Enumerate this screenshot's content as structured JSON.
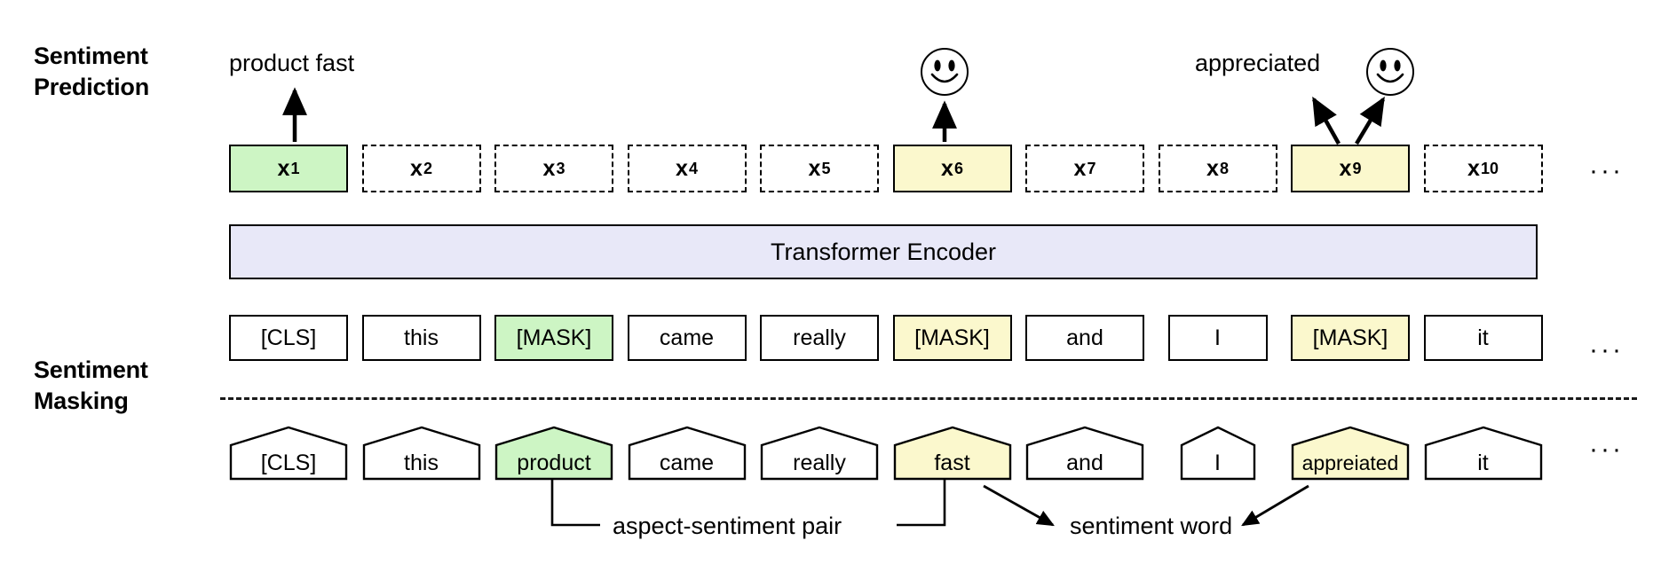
{
  "figure": {
    "title_left_top": "Sentiment\nPrediction",
    "title_left_bottom": "Sentiment\nMasking",
    "encoder_label": "Transformer Encoder",
    "ellipsis": "···"
  },
  "colors": {
    "aspect_green": "#cdf5c4",
    "sentiment_yellow": "#fbf8cd",
    "encoder_lavender": "#e8e8f8",
    "stroke": "#000000",
    "background": "#ffffff"
  },
  "prediction_row": {
    "tokens": [
      {
        "label": "x",
        "sub": "1",
        "highlight": "green",
        "border": "solid"
      },
      {
        "label": "x",
        "sub": "2",
        "highlight": "none",
        "border": "dashed"
      },
      {
        "label": "x",
        "sub": "3",
        "highlight": "none",
        "border": "dashed"
      },
      {
        "label": "x",
        "sub": "4",
        "highlight": "none",
        "border": "dashed"
      },
      {
        "label": "x",
        "sub": "5",
        "highlight": "none",
        "border": "dashed"
      },
      {
        "label": "x",
        "sub": "6",
        "highlight": "yellow",
        "border": "solid"
      },
      {
        "label": "x",
        "sub": "7",
        "highlight": "none",
        "border": "dashed"
      },
      {
        "label": "x",
        "sub": "8",
        "highlight": "none",
        "border": "dashed"
      },
      {
        "label": "x",
        "sub": "9",
        "highlight": "yellow",
        "border": "solid"
      },
      {
        "label": "x",
        "sub": "10",
        "highlight": "none",
        "border": "dashed"
      }
    ]
  },
  "predictions": {
    "output_x1": "product fast",
    "output_x6": "smiley-face-icon",
    "output_x9_text": "appreciated",
    "output_x9_icon": "smiley-face-icon"
  },
  "masking_row": {
    "tokens": [
      {
        "text": "[CLS]",
        "highlight": "none"
      },
      {
        "text": "this",
        "highlight": "none"
      },
      {
        "text": "[MASK]",
        "highlight": "green"
      },
      {
        "text": "came",
        "highlight": "none"
      },
      {
        "text": "really",
        "highlight": "none"
      },
      {
        "text": "[MASK]",
        "highlight": "yellow"
      },
      {
        "text": "and",
        "highlight": "none"
      },
      {
        "text": "I",
        "highlight": "none"
      },
      {
        "text": "[MASK]",
        "highlight": "yellow"
      },
      {
        "text": "it",
        "highlight": "none"
      }
    ]
  },
  "input_row": {
    "tokens": [
      {
        "text": "[CLS]",
        "highlight": "none"
      },
      {
        "text": "this",
        "highlight": "none"
      },
      {
        "text": "product",
        "highlight": "green"
      },
      {
        "text": "came",
        "highlight": "none"
      },
      {
        "text": "really",
        "highlight": "none"
      },
      {
        "text": "fast",
        "highlight": "yellow"
      },
      {
        "text": "and",
        "highlight": "none"
      },
      {
        "text": "I",
        "highlight": "none"
      },
      {
        "text": "appreiated",
        "highlight": "yellow"
      },
      {
        "text": "it",
        "highlight": "none"
      }
    ]
  },
  "annotations": {
    "aspect_sentiment_pair": "aspect-sentiment pair",
    "sentiment_word": "sentiment word"
  }
}
